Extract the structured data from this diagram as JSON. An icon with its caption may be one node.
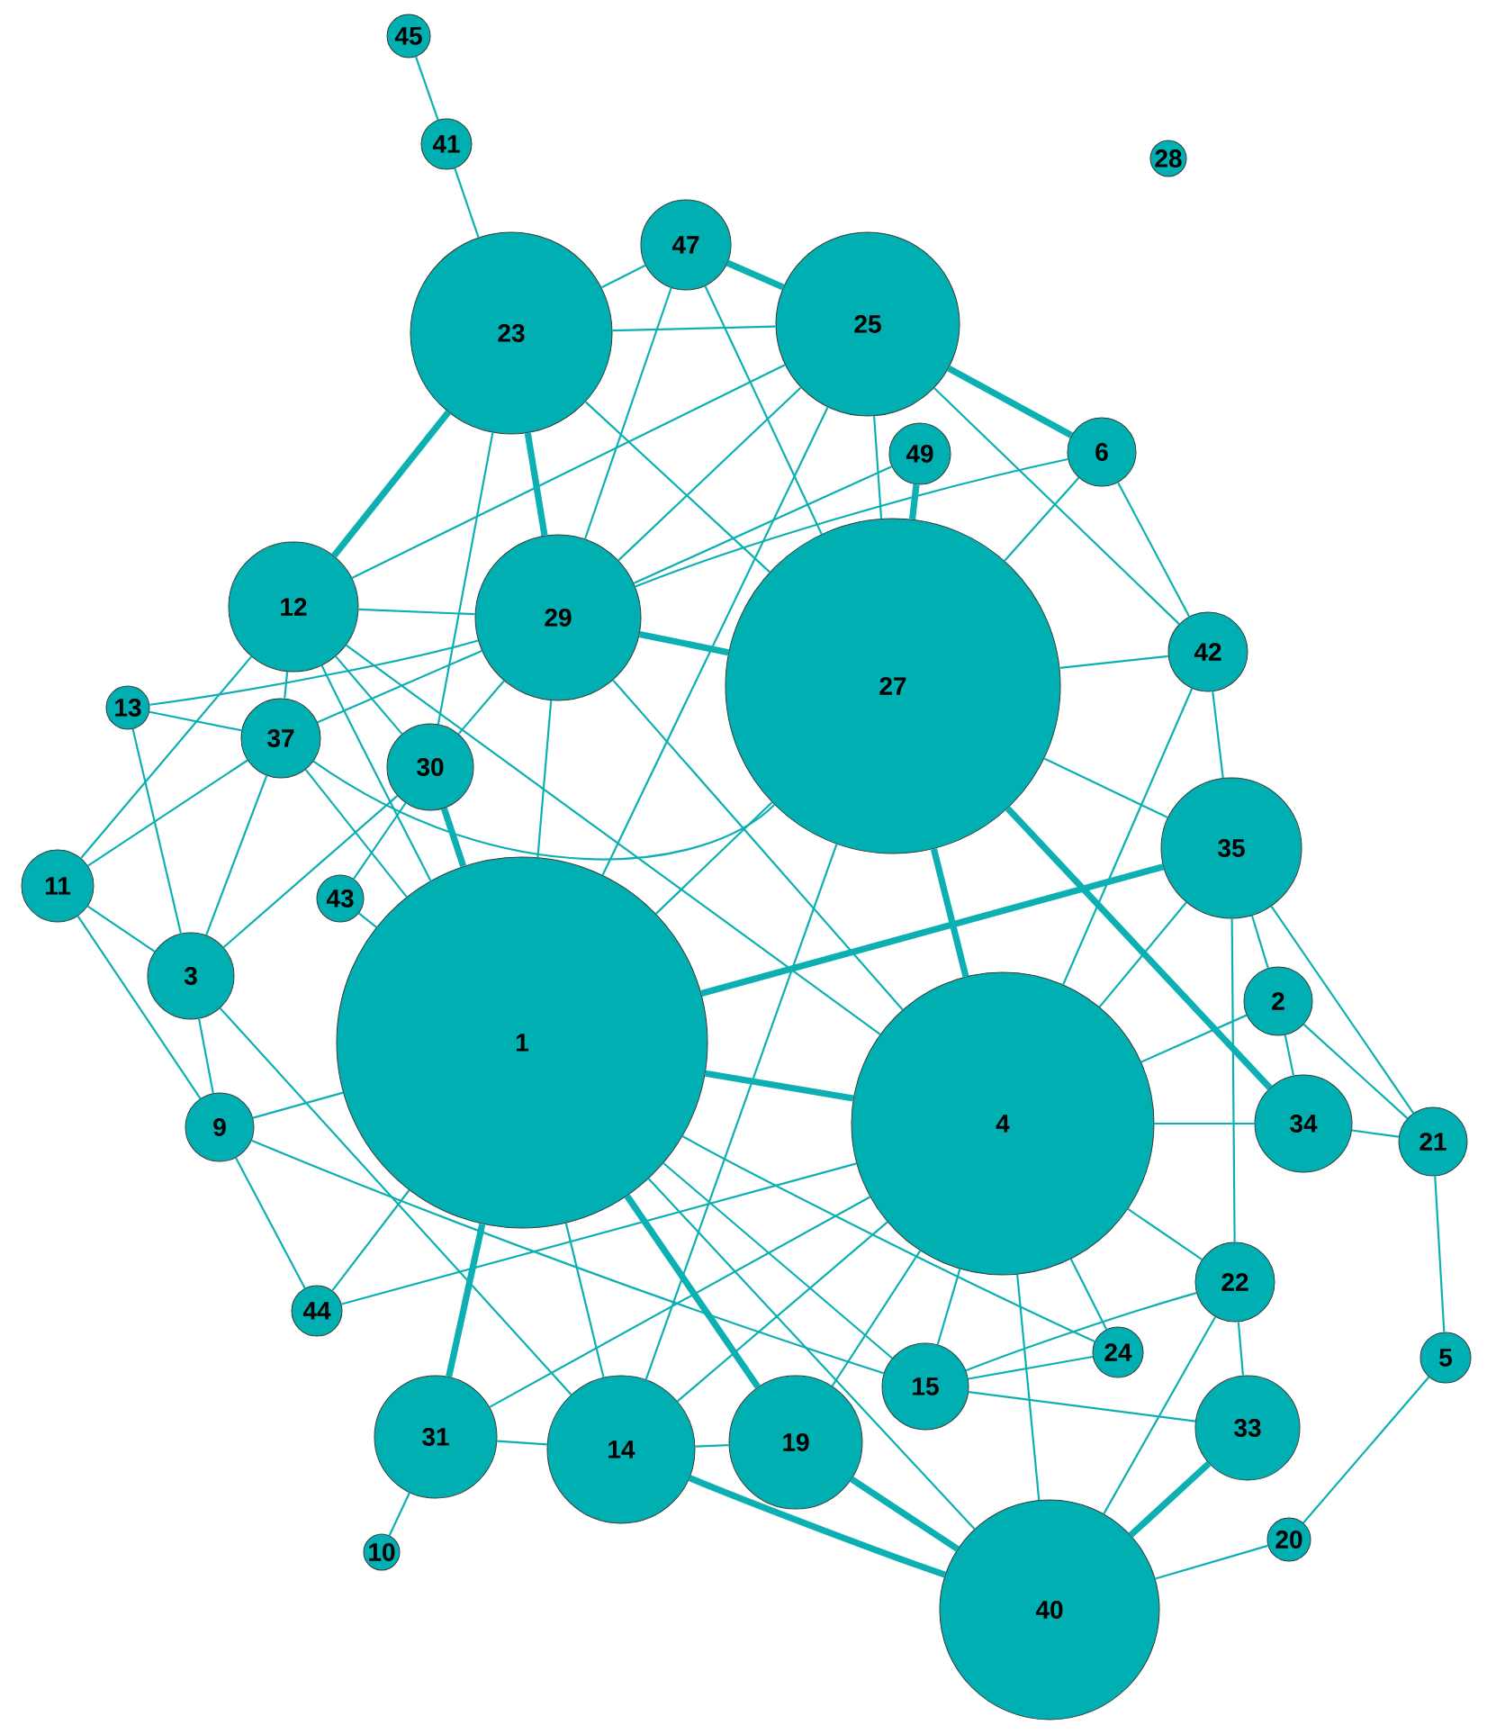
{
  "diagram": {
    "nodes": [
      {
        "text": [
          "45"
        ]
      },
      {
        "text": [
          "41"
        ]
      },
      {
        "text": [
          "28"
        ]
      },
      {
        "text": [
          "47"
        ]
      },
      {
        "text": [
          "25"
        ]
      },
      {
        "text": [
          "23"
        ]
      },
      {
        "text": [
          "6"
        ]
      },
      {
        "text": [
          "49"
        ]
      },
      {
        "text": [
          "12"
        ]
      },
      {
        "text": [
          "29"
        ]
      },
      {
        "text": [
          "42"
        ]
      },
      {
        "text": [
          "27"
        ]
      },
      {
        "text": [
          "13"
        ]
      },
      {
        "text": [
          "37"
        ]
      },
      {
        "text": [
          "30"
        ]
      },
      {
        "text": [
          "35"
        ]
      },
      {
        "text": [
          "11"
        ]
      },
      {
        "text": [
          "43"
        ]
      },
      {
        "text": [
          "3"
        ]
      },
      {
        "text": [
          "2"
        ]
      },
      {
        "text": [
          "1"
        ]
      },
      {
        "text": [
          "4"
        ]
      },
      {
        "text": [
          "34"
        ]
      },
      {
        "text": [
          "9"
        ]
      },
      {
        "text": [
          "21"
        ]
      },
      {
        "text": [
          "22"
        ]
      },
      {
        "text": [
          "44"
        ]
      },
      {
        "text": [
          "24"
        ]
      },
      {
        "text": [
          "5"
        ]
      },
      {
        "text": [
          "15"
        ]
      },
      {
        "text": [
          "33"
        ]
      },
      {
        "text": [
          "31"
        ]
      },
      {
        "text": [
          "19"
        ]
      },
      {
        "text": [
          "14"
        ]
      },
      {
        "text": [
          "20"
        ]
      },
      {
        "text": [
          "10"
        ]
      },
      {
        "text": [
          "40"
        ]
      }
    ],
    "edges": [
      {
        "from": 0,
        "to": 1,
        "arrow": "none"
      },
      {
        "from": 1,
        "to": 5,
        "arrow": "none"
      },
      {
        "from": 3,
        "to": 5,
        "arrow": "none"
      },
      {
        "from": 3,
        "to": 4,
        "arrow": "none",
        "style": "thick"
      },
      {
        "from": 3,
        "to": 9,
        "arrow": "none"
      },
      {
        "from": 3,
        "to": 11,
        "arrow": "none"
      },
      {
        "from": 5,
        "to": 4,
        "arrow": "none"
      },
      {
        "from": 5,
        "to": 8,
        "arrow": "none",
        "style": "thick"
      },
      {
        "from": 5,
        "to": 14,
        "arrow": "none"
      },
      {
        "from": 5,
        "to": 9,
        "arrow": "none",
        "style": "thick"
      },
      {
        "from": 9,
        "to": 20,
        "arrow": "none"
      },
      {
        "from": 5,
        "to": 11,
        "arrow": "none"
      },
      {
        "from": 4,
        "to": 6,
        "arrow": "none",
        "style": "thick"
      },
      {
        "from": 4,
        "to": 8,
        "arrow": "none"
      },
      {
        "from": 4,
        "to": 9,
        "arrow": "none"
      },
      {
        "from": 4,
        "to": 20,
        "arrow": "none"
      },
      {
        "from": 4,
        "to": 10,
        "arrow": "none"
      },
      {
        "from": 4,
        "to": 11,
        "arrow": "none"
      },
      {
        "from": 9,
        "to": 13,
        "arrow": "none"
      },
      {
        "from": 6,
        "to": 10,
        "arrow": "none"
      },
      {
        "from": 6,
        "to": 11,
        "arrow": "none"
      },
      {
        "from": 6,
        "to": 9,
        "arrow": "none"
      },
      {
        "from": 7,
        "to": 11,
        "arrow": "none",
        "style": "thick"
      },
      {
        "from": 7,
        "to": 9,
        "arrow": "none"
      },
      {
        "from": 8,
        "to": 9,
        "arrow": "none"
      },
      {
        "from": 8,
        "to": 13,
        "arrow": "none"
      },
      {
        "from": 8,
        "to": 16,
        "arrow": "none"
      },
      {
        "from": 8,
        "to": 14,
        "arrow": "none"
      },
      {
        "from": 8,
        "to": 20,
        "arrow": "none"
      },
      {
        "from": 8,
        "to": 21,
        "arrow": "none"
      },
      {
        "from": 12,
        "to": 9,
        "arrow": "none"
      },
      {
        "from": 12,
        "to": 13,
        "arrow": "none"
      },
      {
        "from": 12,
        "to": 18,
        "arrow": "none"
      },
      {
        "from": 9,
        "to": 11,
        "arrow": "none",
        "style": "thick"
      },
      {
        "from": 9,
        "to": 21,
        "arrow": "none"
      },
      {
        "from": 9,
        "to": 14,
        "arrow": "none"
      },
      {
        "from": 18,
        "to": 14,
        "arrow": "none"
      },
      {
        "from": 13,
        "to": 11,
        "arrow": "none"
      },
      {
        "from": 13,
        "to": 16,
        "arrow": "none"
      },
      {
        "from": 13,
        "to": 18,
        "arrow": "none"
      },
      {
        "from": 13,
        "to": 20,
        "arrow": "none"
      },
      {
        "from": 14,
        "to": 20,
        "arrow": "none",
        "style": "thick"
      },
      {
        "from": 14,
        "to": 17,
        "arrow": "none"
      },
      {
        "from": 11,
        "to": 21,
        "arrow": "none",
        "style": "thick"
      },
      {
        "from": 11,
        "to": 22,
        "arrow": "none",
        "style": "thick"
      },
      {
        "from": 11,
        "to": 15,
        "arrow": "none"
      },
      {
        "from": 11,
        "to": 10,
        "arrow": "none"
      },
      {
        "from": 11,
        "to": 20,
        "arrow": "none"
      },
      {
        "from": 11,
        "to": 33,
        "arrow": "none"
      },
      {
        "from": 10,
        "to": 15,
        "arrow": "none"
      },
      {
        "from": 10,
        "to": 21,
        "arrow": "none"
      },
      {
        "from": 15,
        "to": 20,
        "arrow": "none",
        "style": "thick"
      },
      {
        "from": 15,
        "to": 21,
        "arrow": "none"
      },
      {
        "from": 15,
        "to": 19,
        "arrow": "none"
      },
      {
        "from": 15,
        "to": 24,
        "arrow": "none"
      },
      {
        "from": 15,
        "to": 25,
        "arrow": "none"
      },
      {
        "from": 16,
        "to": 18,
        "arrow": "none"
      },
      {
        "from": 16,
        "to": 23,
        "arrow": "none"
      },
      {
        "from": 17,
        "to": 20,
        "arrow": "none"
      },
      {
        "from": 18,
        "to": 23,
        "arrow": "none"
      },
      {
        "from": 18,
        "to": 33,
        "arrow": "none"
      },
      {
        "from": 19,
        "to": 22,
        "arrow": "none"
      },
      {
        "from": 19,
        "to": 24,
        "arrow": "none"
      },
      {
        "from": 19,
        "to": 21,
        "arrow": "none"
      },
      {
        "from": 20,
        "to": 21,
        "arrow": "none",
        "style": "thick"
      },
      {
        "from": 20,
        "to": 23,
        "arrow": "none"
      },
      {
        "from": 20,
        "to": 31,
        "arrow": "none",
        "style": "thick"
      },
      {
        "from": 20,
        "to": 33,
        "arrow": "none"
      },
      {
        "from": 20,
        "to": 32,
        "arrow": "none",
        "style": "thick"
      },
      {
        "from": 20,
        "to": 36,
        "arrow": "none"
      },
      {
        "from": 20,
        "to": 29,
        "arrow": "none"
      },
      {
        "from": 20,
        "to": 27,
        "arrow": "none"
      },
      {
        "from": 20,
        "to": 26,
        "arrow": "none"
      },
      {
        "from": 21,
        "to": 22,
        "arrow": "none"
      },
      {
        "from": 21,
        "to": 25,
        "arrow": "none"
      },
      {
        "from": 21,
        "to": 27,
        "arrow": "none"
      },
      {
        "from": 21,
        "to": 29,
        "arrow": "none"
      },
      {
        "from": 21,
        "to": 36,
        "arrow": "none"
      },
      {
        "from": 21,
        "to": 32,
        "arrow": "none"
      },
      {
        "from": 21,
        "to": 33,
        "arrow": "none"
      },
      {
        "from": 21,
        "to": 26,
        "arrow": "none"
      },
      {
        "from": 22,
        "to": 24,
        "arrow": "none"
      },
      {
        "from": 21,
        "to": 31,
        "arrow": "none"
      },
      {
        "from": 24,
        "to": 28,
        "arrow": "none"
      },
      {
        "from": 28,
        "to": 34,
        "arrow": "none"
      },
      {
        "from": 34,
        "to": 36,
        "arrow": "none"
      },
      {
        "from": 25,
        "to": 30,
        "arrow": "none"
      },
      {
        "from": 25,
        "to": 36,
        "arrow": "none"
      },
      {
        "from": 25,
        "to": 29,
        "arrow": "none"
      },
      {
        "from": 30,
        "to": 36,
        "arrow": "none",
        "style": "thick"
      },
      {
        "from": 30,
        "to": 29,
        "arrow": "none"
      },
      {
        "from": 27,
        "to": 29,
        "arrow": "none"
      },
      {
        "from": 23,
        "to": 26,
        "arrow": "none"
      },
      {
        "from": 23,
        "to": 29,
        "arrow": "none"
      },
      {
        "from": 31,
        "to": 33,
        "arrow": "none"
      },
      {
        "from": 31,
        "to": 35,
        "arrow": "none"
      },
      {
        "from": 32,
        "to": 33,
        "arrow": "none"
      },
      {
        "from": 32,
        "to": 36,
        "arrow": "none",
        "style": "thick"
      },
      {
        "from": 33,
        "to": 36,
        "arrow": "none",
        "style": "thick"
      }
    ]
  }
}
